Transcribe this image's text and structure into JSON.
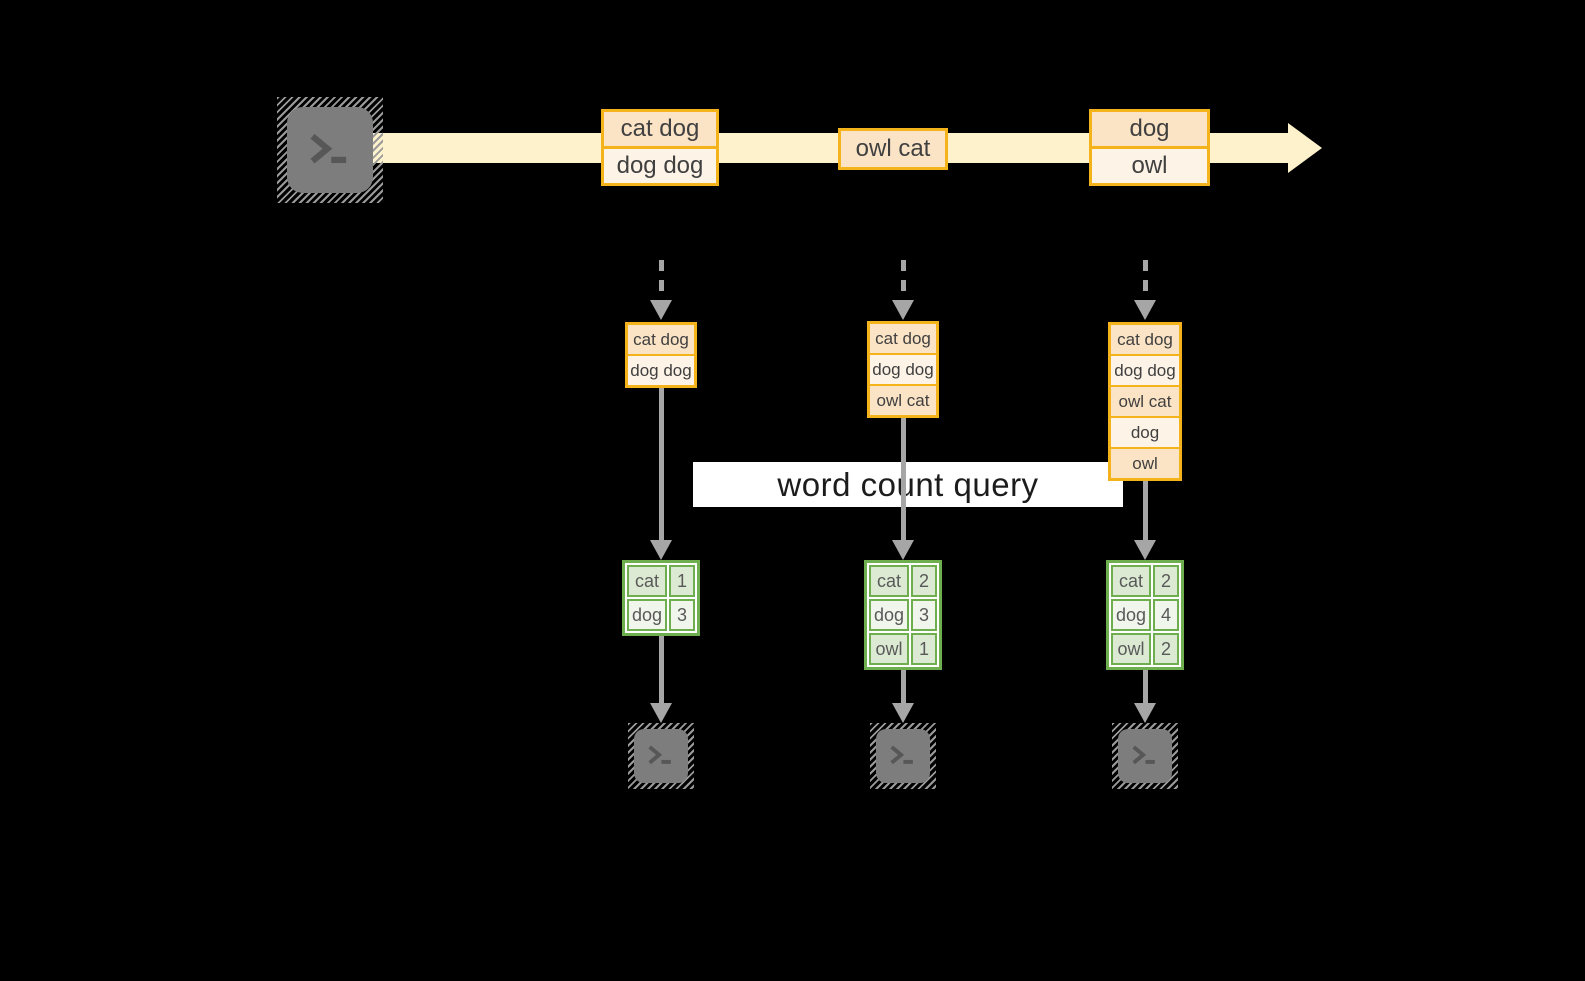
{
  "query": {
    "label": "word count query"
  },
  "stream": {
    "source_icon": "terminal-icon",
    "batches": [
      {
        "rows": [
          "cat dog",
          "dog dog"
        ]
      },
      {
        "rows": [
          "owl cat"
        ]
      },
      {
        "rows": [
          "dog",
          "owl"
        ]
      }
    ]
  },
  "states": [
    {
      "rows": [
        "cat dog",
        "dog dog"
      ]
    },
    {
      "rows": [
        "cat dog",
        "dog dog",
        "owl cat"
      ]
    },
    {
      "rows": [
        "cat dog",
        "dog dog",
        "owl cat",
        "dog",
        "owl"
      ]
    }
  ],
  "results": [
    {
      "rows": [
        [
          "cat",
          "1"
        ],
        [
          "dog",
          "3"
        ]
      ]
    },
    {
      "rows": [
        [
          "cat",
          "2"
        ],
        [
          "dog",
          "3"
        ],
        [
          "owl",
          "1"
        ]
      ]
    },
    {
      "rows": [
        [
          "cat",
          "2"
        ],
        [
          "dog",
          "4"
        ],
        [
          "owl",
          "2"
        ]
      ]
    }
  ],
  "icons": {
    "source": "terminal-icon",
    "sinks": [
      "terminal-icon",
      "terminal-icon",
      "terminal-icon"
    ]
  },
  "colors": {
    "background": "#000000",
    "stream_band": "#fdf2cc",
    "box_border": "#f5b31b",
    "row_peach": "#fbe3c5",
    "row_cream": "#fdf3e6",
    "table_border": "#6fae4e",
    "cell_green": "#dcead3",
    "cell_light": "#f1f6ed",
    "arrow": "#a6a6a6",
    "terminal": "#7d7d7d"
  }
}
